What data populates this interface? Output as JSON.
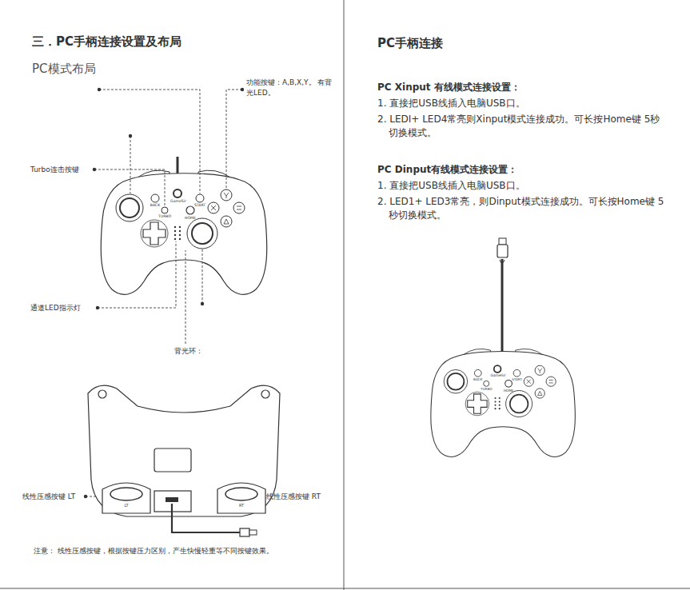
{
  "diagram": {
    "title": "三．PC手柄连接设置及布局",
    "labels": [
      "PC模式布局",
      "功能按键：A,B,X,Y。 有背光LED。",
      "Turbo连击按键",
      "通道LED指示灯",
      "背光环：",
      "线性压感按键 LT",
      "线性压感按键 RT",
      "注意： 线性压感按键，根据按键压力区别，产生快慢轻重等不同按键效果。",
      "PC手柄连接",
      "PC Xinput 有线模式连接设置：",
      "1. 直接把USB线插入电脑USB口。",
      "2. LEDI+ LED4常亮则Xinput模式连接成功。可长按Home键 5秒切换模式。",
      "PC Dinput有线模式连接设置：",
      "1. 直接把USB线插入电脑USB口。",
      "2. LED1+ LED3常亮，则Dinput模式连接成功。可长按Home键 5秒切换模式。",
      "BACK",
      "START",
      "TURBO",
      "HOME",
      "GameSir",
      "LT",
      "RT",
      "BACK",
      "START",
      "TURBO",
      "HOME",
      "GameSir"
    ]
  }
}
